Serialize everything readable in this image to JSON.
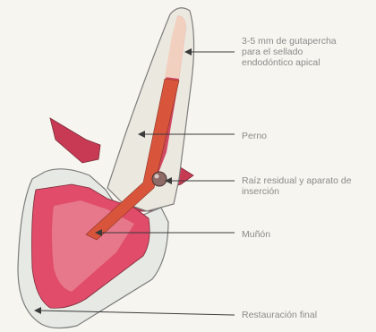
{
  "labels": {
    "gutapercha": [
      "3-5 mm de gutapercha",
      "para el sellado",
      "endodóntico apical"
    ],
    "perno": [
      "Perno"
    ],
    "raiz": [
      "Raíz residual y aparato de",
      "inserción"
    ],
    "munon": [
      "Muñón"
    ],
    "restauracion": [
      "Restauración final"
    ]
  },
  "colors": {
    "background": "#f7f5ef",
    "crown": "#e6e9e4",
    "pulp": "#cf4860",
    "gutta_percha": "#f2d0c0",
    "post": "#d8553c",
    "core": "#e04c6a",
    "gingiva": "#c83a54",
    "outline": "#7d7d7d",
    "leader": "#3a3a3a",
    "text": "#8a8a8a"
  }
}
